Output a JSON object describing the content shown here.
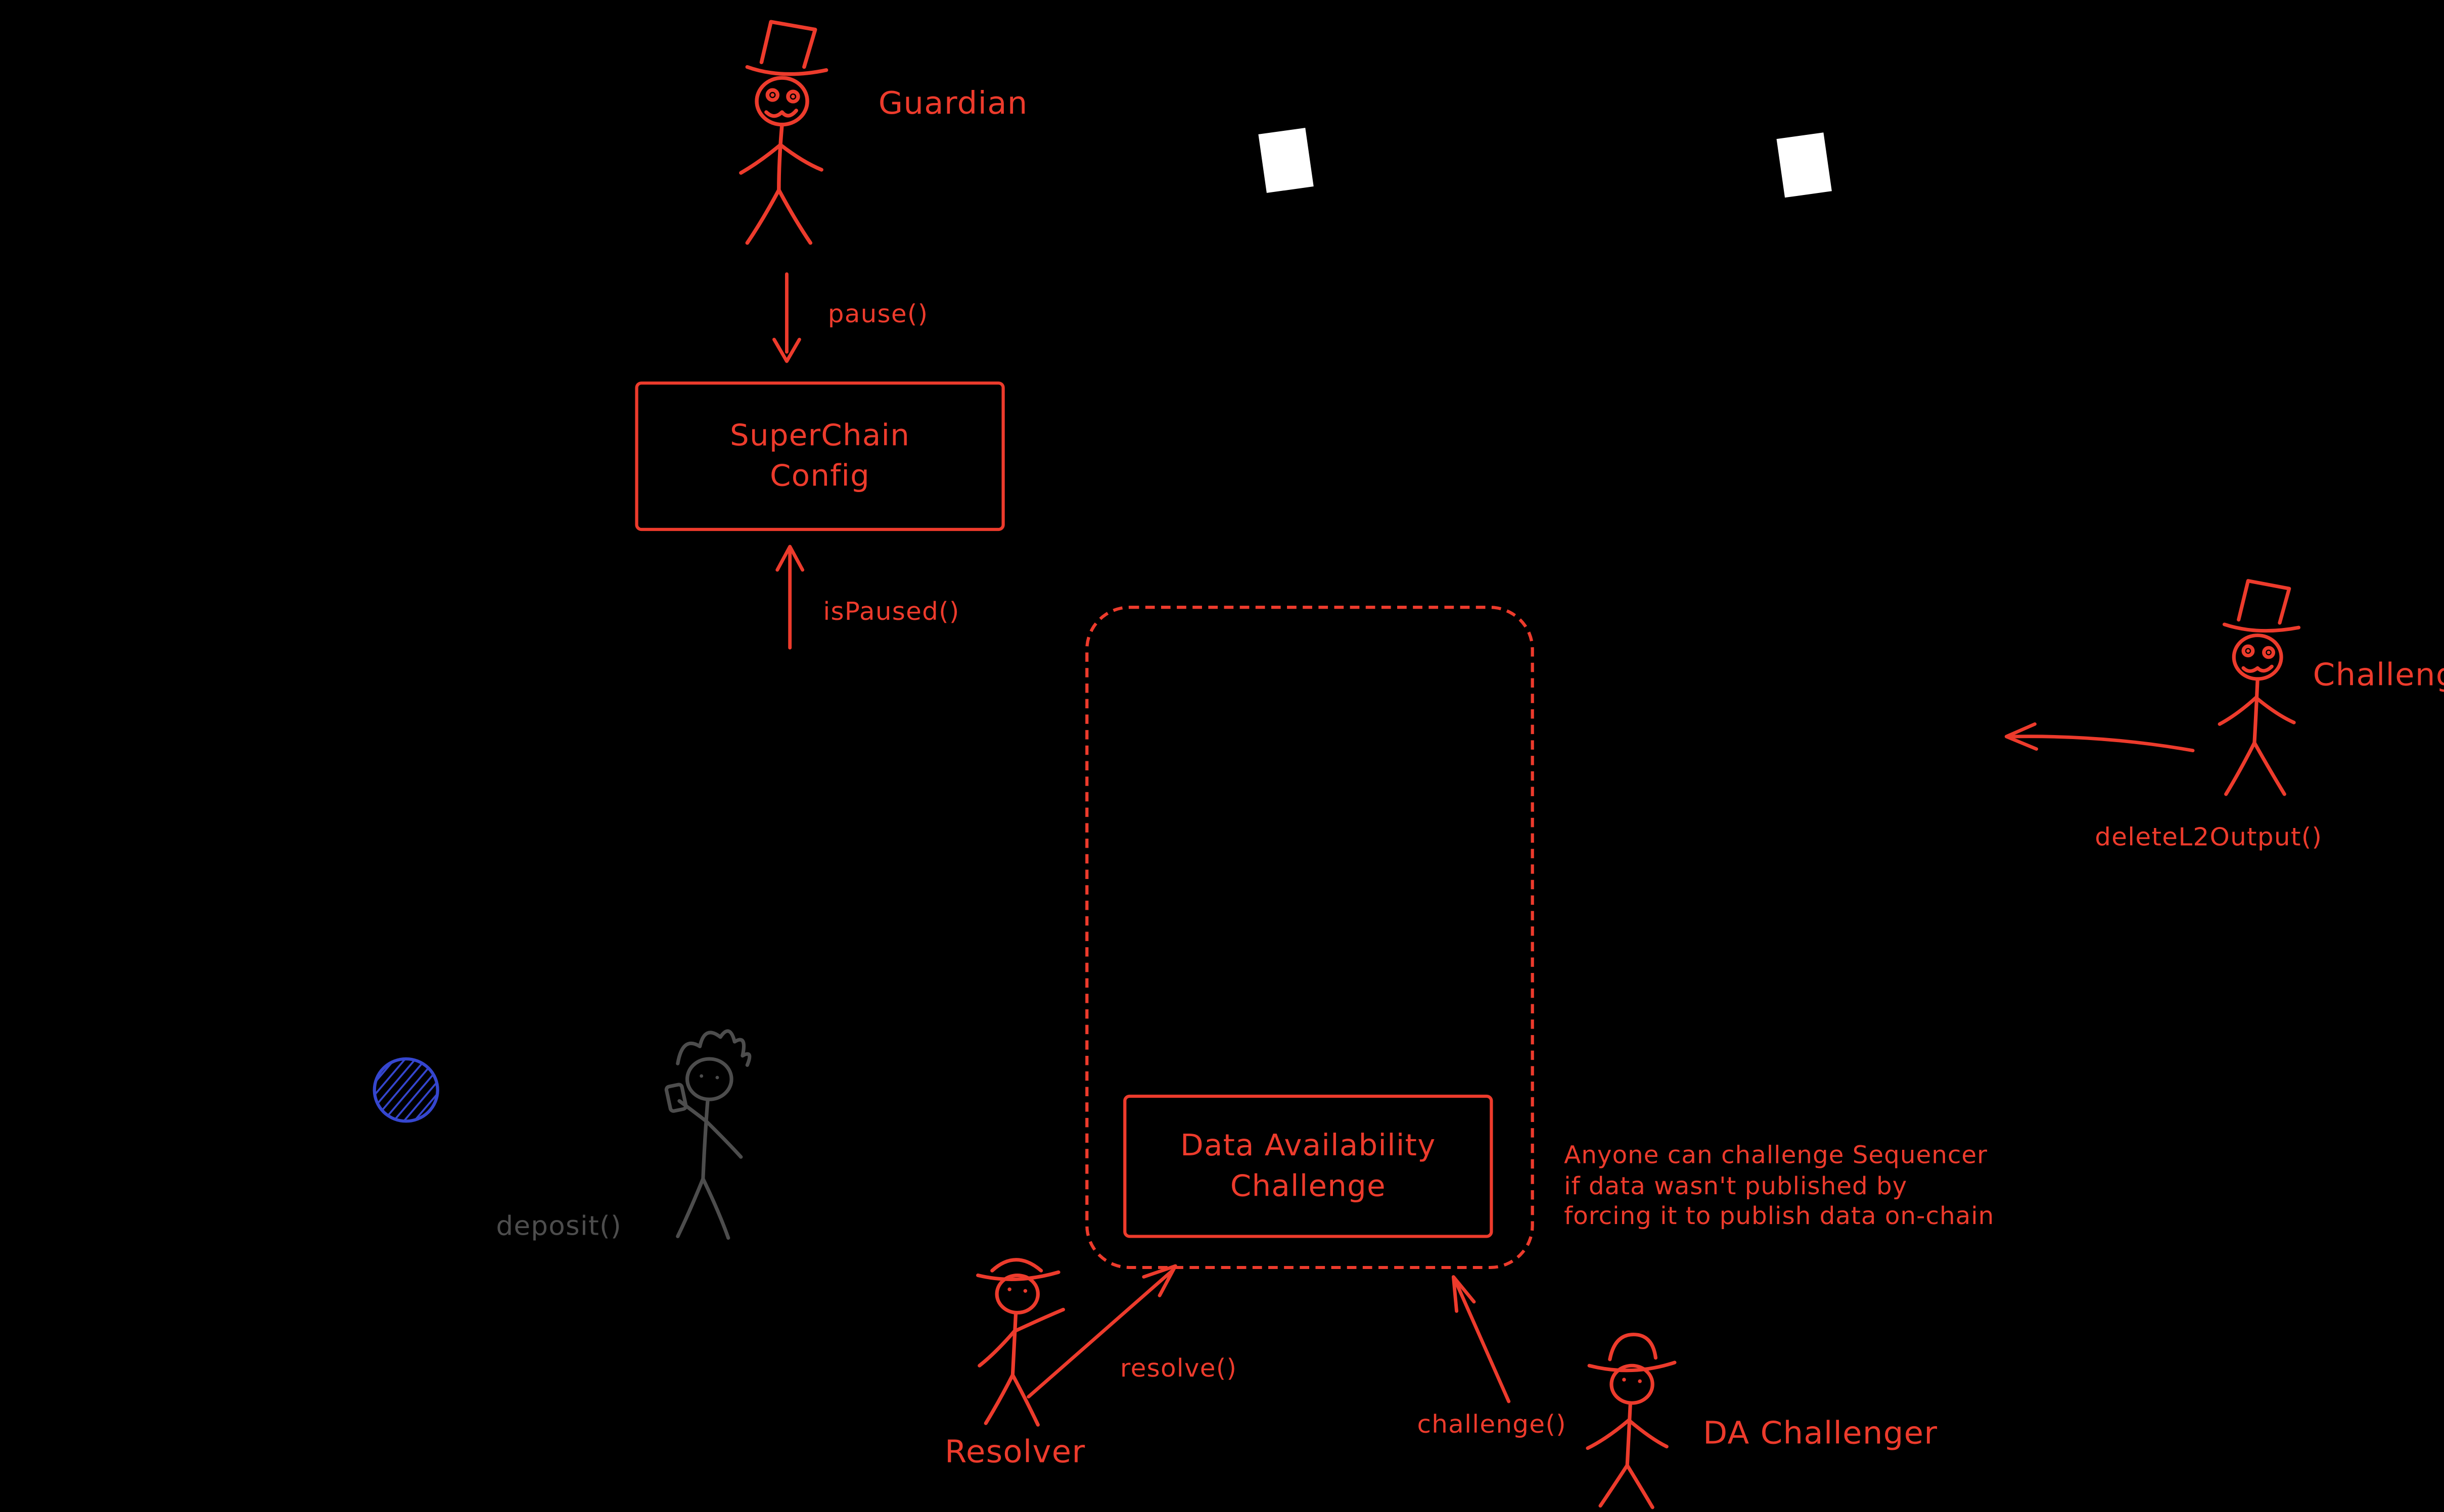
{
  "diagram": {
    "style": "hand-drawn-architecture-sketch",
    "colors": {
      "background": "#000000",
      "accent": "#ed3b2c",
      "muted": "#4d4d4d",
      "blue": "#3546cf",
      "white": "#ffffff"
    }
  },
  "nodes": {
    "superchain_config": {
      "lines": [
        "SuperChain",
        "Config"
      ]
    },
    "da_challenge": {
      "lines": [
        "Data Availability",
        "Challenge"
      ]
    }
  },
  "actors": {
    "guardian": {
      "label": "Guardian"
    },
    "challenger": {
      "label": "Challenger"
    },
    "resolver": {
      "label": "Resolver"
    },
    "da_challenger": {
      "label": "DA Challenger"
    }
  },
  "edges": {
    "pause": {
      "label": "pause()"
    },
    "is_paused": {
      "label": "isPaused()"
    },
    "delete_l2_output": {
      "label": "deleteL2Output()"
    },
    "resolve": {
      "label": "resolve()"
    },
    "challenge": {
      "label": "challenge()"
    },
    "deposit": {
      "label": "deposit()"
    }
  },
  "annotations": {
    "da_note_lines": [
      "Anyone can challenge Sequencer",
      "if data wasn't published by",
      "forcing it to publish data on-chain"
    ]
  }
}
